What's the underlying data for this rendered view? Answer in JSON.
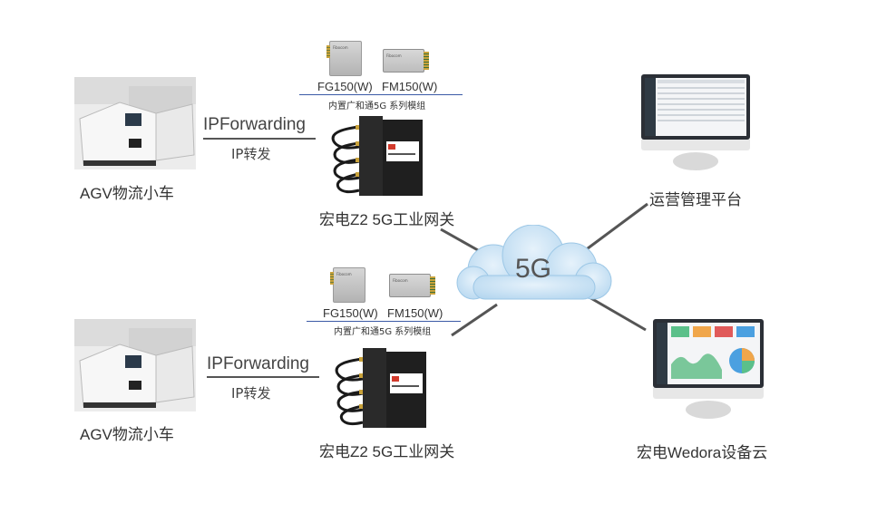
{
  "top_branch": {
    "agv_label": "AGV物流小车",
    "ipforwarding_label": "IPForwarding",
    "ip_forward_label": "IP转发",
    "module_fg_label": "FG150(W)",
    "module_fm_label": "FM150(W)",
    "modules_caption": "内置广和通5G 系列模组",
    "gateway_label": "宏电Z2 5G工业网关"
  },
  "bottom_branch": {
    "agv_label": "AGV物流小车",
    "ipforwarding_label": "IPForwarding",
    "ip_forward_label": "IP转发",
    "module_fg_label": "FG150(W)",
    "module_fm_label": "FM150(W)",
    "modules_caption": "内置广和通5G 系列模组",
    "gateway_label": "宏电Z2 5G工业网关"
  },
  "cloud": {
    "label": "5G"
  },
  "platforms": {
    "ops_label": "运营管理平台",
    "cloud_label": "宏电Wedora设备云"
  },
  "colors": {
    "cloud_fill": "#c7e2f5",
    "line": "#555555",
    "underline": "#3b5aa6",
    "gateway_body": "#1f1f1f"
  }
}
